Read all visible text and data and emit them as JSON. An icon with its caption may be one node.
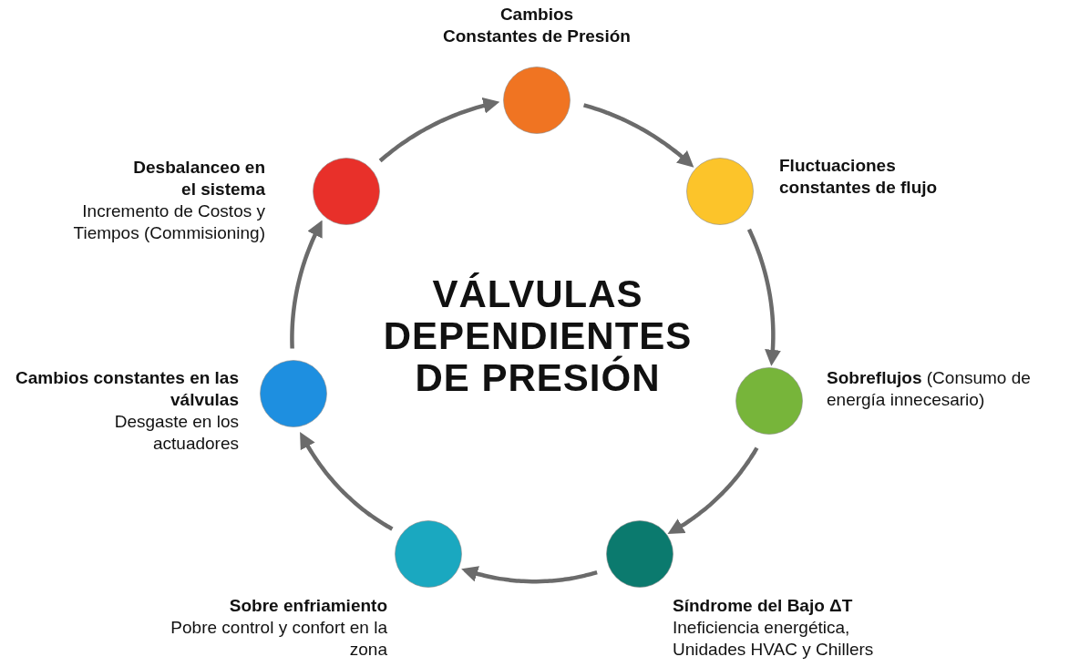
{
  "diagram": {
    "title": "VÁLVULAS DEPENDIENTES DE PRESIÓN",
    "nodes": [
      {
        "text": [],
        "shape": "circle",
        "beside": [
          "Cambios",
          "Constantes de Presión"
        ]
      },
      {
        "text": [],
        "shape": "circle",
        "beside": [
          "Fluctuaciones constantes de flujo"
        ]
      },
      {
        "text": [],
        "shape": "circle",
        "beside": [
          "**Sobreflujos** (Consumo de energía innecesario)"
        ]
      },
      {
        "text": [],
        "shape": "circle",
        "beside": [
          "Síndrome del Bajo ΔT",
          "Ineficiencia energética, Unidades HVAC y Chillers"
        ]
      },
      {
        "text": [],
        "shape": "circle",
        "beside": [
          "Sobre enfriamiento",
          "Pobre control y confort en la zona"
        ]
      },
      {
        "text": [],
        "shape": "circle",
        "beside": [
          "Cambios constantes en las válvulas",
          "Desgaste en los actuadores"
        ]
      },
      {
        "text": [],
        "shape": "circle",
        "beside": [
          "Desbalanceo en el sistema",
          "Incremento de Costos y Tiempos (Commisioning)"
        ]
      }
    ],
    "edges": [
      {
        "from": 0,
        "to": 1,
        "arrow": "to"
      },
      {
        "from": 1,
        "to": 2,
        "arrow": "to"
      },
      {
        "from": 2,
        "to": 3,
        "arrow": "to"
      },
      {
        "from": 3,
        "to": 4,
        "arrow": "to"
      },
      {
        "from": 4,
        "to": 5,
        "arrow": "to"
      },
      {
        "from": 5,
        "to": 6,
        "arrow": "to"
      },
      {
        "from": 6,
        "to": 0,
        "arrow": "to"
      }
    ]
  }
}
